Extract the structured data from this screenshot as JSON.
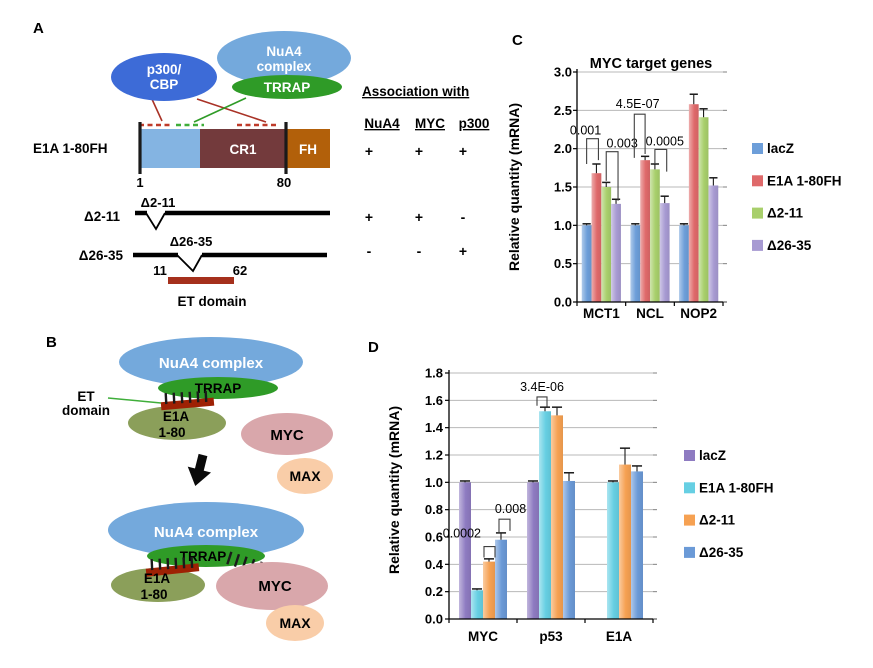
{
  "panels": {
    "a": {
      "label": "A",
      "p300_lines": [
        "p300/",
        "CBP"
      ],
      "nua4_lines": [
        "NuA4",
        "complex"
      ],
      "trrap": "TRRAP",
      "construct": "E1A 1-80FH",
      "cr1": "CR1",
      "fh": "FH",
      "pos_start": "1",
      "pos_end": "80",
      "d211_row": "Δ2-11",
      "d211_notch": "Δ2-11",
      "d2635_row": "Δ26-35",
      "d2635_notch": "Δ26-35",
      "et_start": "11",
      "et_end": "62",
      "et_label": "ET domain",
      "assoc": {
        "title": "Association with",
        "columns": [
          "NuA4",
          "MYC",
          "p300"
        ],
        "rows": [
          [
            "+",
            "+",
            "+"
          ],
          [
            "+",
            "+",
            "-"
          ],
          [
            "-",
            "-",
            "+"
          ]
        ]
      }
    },
    "b": {
      "label": "B",
      "nua4": "NuA4 complex",
      "trrap": "TRRAP",
      "e1a_lines": [
        "E1A",
        "1-80"
      ],
      "et_lines": [
        "ET",
        "domain"
      ],
      "myc": "MYC",
      "max": "MAX"
    },
    "c": {
      "label": "C"
    },
    "d": {
      "label": "D"
    }
  },
  "palette": {
    "p300_blue": "#3d6bd7",
    "nua4_blue": "#74a9dc",
    "trrap_green": "#2f9b27",
    "bar_blue": "#84b4e2",
    "cr1_maroon": "#733a3c",
    "fh_brown": "#b2600a",
    "et_red": "#a5301c",
    "line_red": "#a93226",
    "dash_red": "#bf3b2a",
    "dash_green": "#3fae3a",
    "b_bar_red": "#9e2104",
    "olive": "#8b9f5a",
    "e1a_text_red": "#8f1d0d",
    "myc_pink": "#d9a7ab",
    "myc_text_blue": "#1a1aee",
    "max_peach": "#f9cda8"
  },
  "chart_data": [
    {
      "id": "c",
      "type": "bar",
      "title": "MYC target genes",
      "xlabel": "",
      "ylabel": "Relative quantity (mRNA)",
      "ylim": [
        0,
        3.0
      ],
      "yticks": [
        "0.0",
        "0.5",
        "1.0",
        "1.5",
        "2.0",
        "2.5",
        "3.0"
      ],
      "grid": true,
      "legend_position": "right",
      "categories": [
        "MCT1",
        "NCL",
        "NOP2"
      ],
      "series": [
        {
          "name": "lacZ",
          "color": "#6d9ed9",
          "values": [
            1.0,
            1.0,
            1.0
          ],
          "errors": [
            0.02,
            0.02,
            0.02
          ]
        },
        {
          "name": "E1A 1-80FH",
          "color": "#df696a",
          "values": [
            1.68,
            1.85,
            2.58
          ],
          "errors": [
            0.12,
            0.05,
            0.13
          ]
        },
        {
          "name": "Δ2-11",
          "color": "#a8cf6b",
          "values": [
            1.5,
            1.73,
            2.41
          ],
          "errors": [
            0.06,
            0.07,
            0.11
          ]
        },
        {
          "name": "Δ26-35",
          "color": "#a79ad2",
          "values": [
            1.28,
            1.29,
            1.52
          ],
          "errors": [
            0.06,
            0.09,
            0.1
          ]
        }
      ],
      "annotations": [
        {
          "text": "0.001",
          "x1": {
            "g": 0,
            "s": 0,
            "dx": 0
          },
          "x2": {
            "g": 0,
            "s": 1,
            "dx": 2
          },
          "top": 2.13,
          "leg1": 1.8,
          "leg2": 1.85,
          "label": {
            "ref": "center",
            "dx": -7,
            "dy": -4,
            "anchor": "middle"
          }
        },
        {
          "text": "0.003",
          "x1": {
            "g": 0,
            "s": 2,
            "dx": 0
          },
          "x2": {
            "g": 0,
            "s": 3,
            "dx": 2
          },
          "top": 1.96,
          "leg1": 1.58,
          "leg2": 1.32,
          "label": {
            "ref": "center",
            "dx": 10,
            "dy": -4,
            "anchor": "middle"
          }
        },
        {
          "text": "4.5E-07",
          "x1": {
            "g": 1,
            "s": 0,
            "dx": -1
          },
          "x2": {
            "g": 1,
            "s": 1,
            "dx": 0
          },
          "top": 2.45,
          "leg1": 1.88,
          "leg2": 1.93,
          "label": {
            "ref": "center",
            "dx": -2,
            "dy": -6,
            "anchor": "middle"
          }
        },
        {
          "text": "0.0005",
          "x1": {
            "g": 1,
            "s": 2,
            "dx": 0
          },
          "x2": {
            "g": 1,
            "s": 3,
            "dx": 2
          },
          "top": 1.99,
          "leg1": 1.81,
          "leg2": 1.7,
          "label": {
            "ref": "center",
            "dx": 4,
            "dy": -4,
            "anchor": "middle"
          }
        }
      ]
    },
    {
      "id": "d",
      "type": "bar",
      "title": "",
      "xlabel": "",
      "ylabel": "Relative quantity (mRNA)",
      "ylim": [
        0,
        1.8
      ],
      "yticks": [
        "0.0",
        "0.2",
        "0.4",
        "0.6",
        "0.8",
        "1.0",
        "1.2",
        "1.4",
        "1.6",
        "1.8"
      ],
      "grid": true,
      "legend_position": "right",
      "categories": [
        "MYC",
        "p53",
        "E1A"
      ],
      "series": [
        {
          "name": "lacZ",
          "color": "#8e7bc1",
          "values": [
            1.0,
            1.0,
            null
          ],
          "errors": [
            0.01,
            0.01,
            null
          ]
        },
        {
          "name": "E1A 1-80FH",
          "color": "#66cfe3",
          "values": [
            0.21,
            1.52,
            1.0
          ],
          "errors": [
            0.01,
            0.03,
            0.01
          ]
        },
        {
          "name": "Δ2-11",
          "color": "#f6a152",
          "values": [
            0.42,
            1.49,
            1.13
          ],
          "errors": [
            0.02,
            0.06,
            0.12
          ]
        },
        {
          "name": "Δ26-35",
          "color": "#6b9ad7",
          "values": [
            0.58,
            1.01,
            1.08
          ],
          "errors": [
            0.05,
            0.06,
            0.04
          ]
        }
      ],
      "annotations": [
        {
          "text": "0.0002",
          "x1": {
            "g": 0,
            "s": 1,
            "dx": 7
          },
          "x2": {
            "g": 0,
            "s": 2,
            "dx": 6
          },
          "top": 0.53,
          "leg1": 0.45,
          "leg2": 0.45,
          "label": {
            "ref": "x1",
            "dx": -3,
            "dy": -9,
            "anchor": "end"
          }
        },
        {
          "text": "0.008",
          "x1": {
            "g": 0,
            "s": 2,
            "dx": 10
          },
          "x2": {
            "g": 0,
            "s": 3,
            "dx": 9
          },
          "top": 0.73,
          "leg1": 0.63,
          "leg2": 0.645,
          "label": {
            "ref": "center",
            "dx": 6,
            "dy": -6,
            "anchor": "middle"
          }
        },
        {
          "text": "3.4E-06",
          "x1": {
            "g": 1,
            "s": 0,
            "dx": 4
          },
          "x2": {
            "g": 1,
            "s": 1,
            "dx": 2
          },
          "top": 1.625,
          "leg1": 1.56,
          "leg2": 1.555,
          "label": {
            "ref": "center",
            "dx": 0,
            "dy": -6,
            "anchor": "middle"
          }
        }
      ]
    }
  ]
}
